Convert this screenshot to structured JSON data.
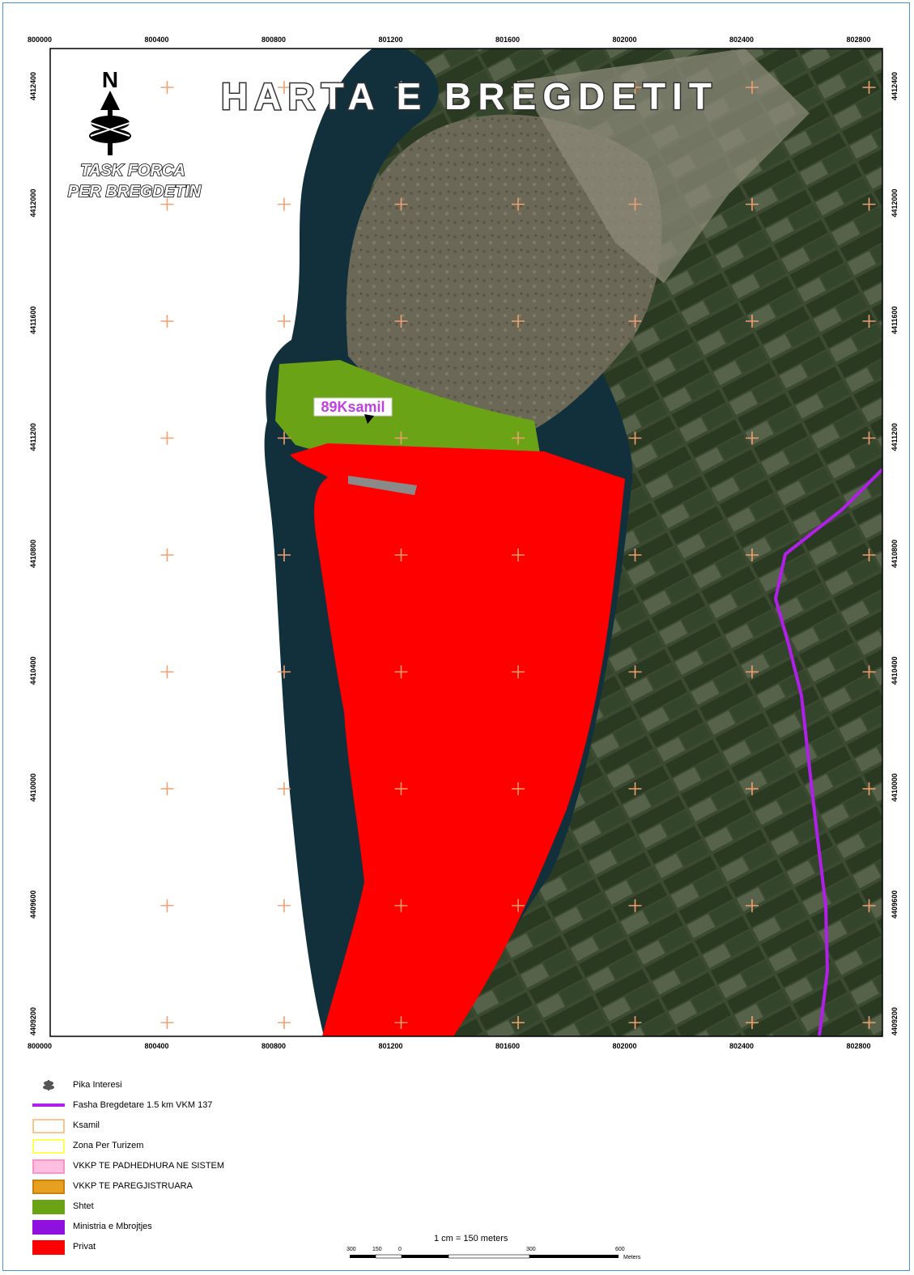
{
  "map": {
    "title": "HARTA E BREGDETIT",
    "logo_north": "N",
    "logo_text_line1": "TASK FORCA",
    "logo_text_line2": "PER BREGDETIN",
    "parcel_label": "89Ksamil",
    "x_ticks": [
      "800000",
      "800400",
      "800800",
      "801200",
      "801600",
      "802000",
      "802400",
      "802800"
    ],
    "y_ticks": [
      "4412400",
      "4412000",
      "4411600",
      "4411200",
      "4410800",
      "4410400",
      "4410000",
      "4409600",
      "4409200"
    ],
    "colors": {
      "state": "#6aa416",
      "private": "#ff0000",
      "coastal_line": "#b020e8",
      "sea": "#0d2b3a",
      "land": "#4a5a3a",
      "grid_cross": "#f0a070"
    }
  },
  "legend": {
    "items": [
      {
        "label": "Pika Interesi",
        "symbol": "point-icon"
      },
      {
        "label": "Fasha Bregdetare 1.5 km VKM 137",
        "symbol": "line",
        "color": "#b020e8"
      },
      {
        "label": "Ksamil",
        "symbol": "box",
        "fill": "#ffffff",
        "stroke": "#f5c890"
      },
      {
        "label": "Zona Per Turizem",
        "symbol": "box",
        "fill": "#ffffff",
        "stroke": "#ffff55"
      },
      {
        "label": "VKKP TE PADHEDHURA NE SISTEM",
        "symbol": "box",
        "fill": "#ffc0e0",
        "stroke": "#ff90c8"
      },
      {
        "label": "VKKP TE PAREGJISTRUARA",
        "symbol": "box",
        "fill": "#e8a020",
        "stroke": "#c88010"
      },
      {
        "label": "Shtet",
        "symbol": "box",
        "fill": "#6aa416",
        "stroke": "#6aa416"
      },
      {
        "label": "Ministria e Mbrojtjes",
        "symbol": "box",
        "fill": "#9010e0",
        "stroke": "#9010e0"
      },
      {
        "label": "Privat",
        "symbol": "box",
        "fill": "#ff0000",
        "stroke": "#ff0000"
      }
    ]
  },
  "scale": {
    "text": "1 cm = 150 meters",
    "labels": [
      "300",
      "150",
      "0",
      "300",
      "600"
    ],
    "unit": "Meters"
  }
}
